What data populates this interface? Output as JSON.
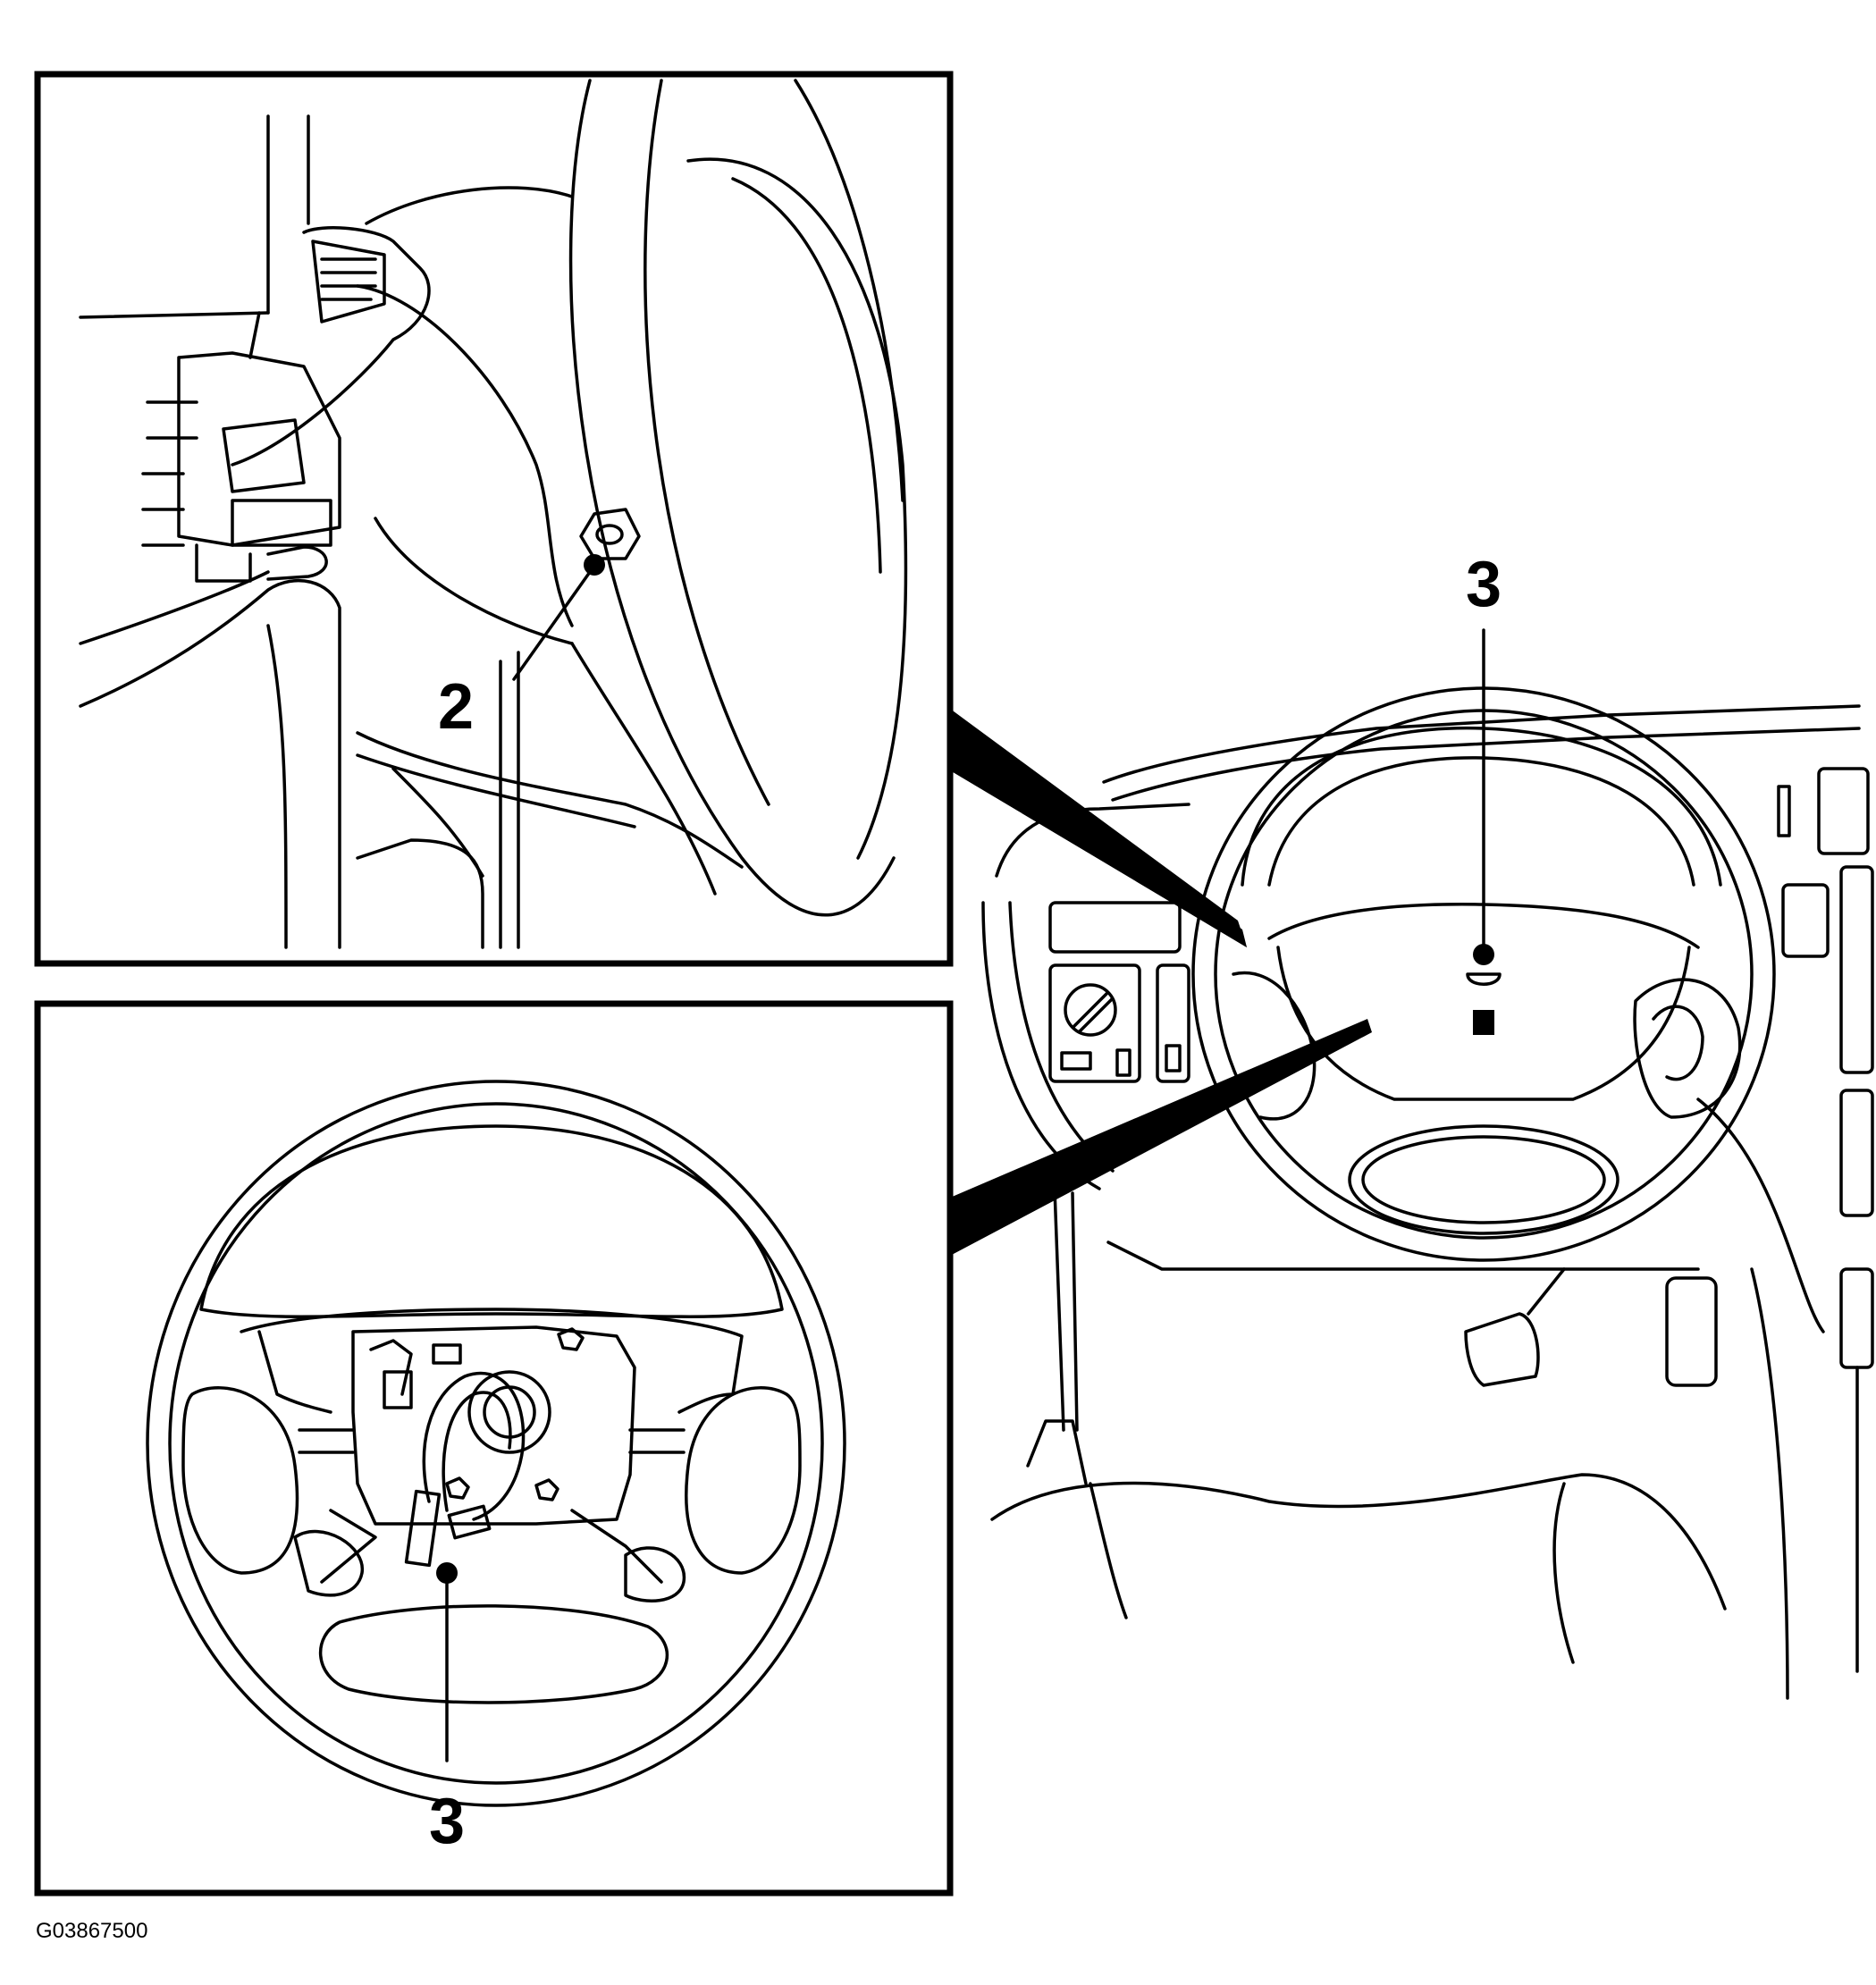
{
  "figure": {
    "callouts": {
      "top_inset_label": "2",
      "main_view_label": "3",
      "bottom_inset_label": "3"
    },
    "figure_id": "G03867500"
  },
  "colors": {
    "line": "#000000",
    "background": "#ffffff"
  }
}
